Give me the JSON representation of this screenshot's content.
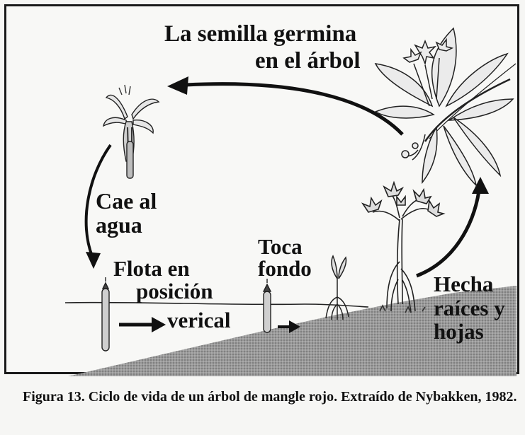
{
  "figure": {
    "title_line1": "La semilla germina",
    "title_line2": "en el árbol",
    "stage_fall_line1": "Cae al",
    "stage_fall_line2": "agua",
    "stage_float_line1": "Flota en",
    "stage_float_line2": "posición",
    "stage_float_line3": "verical",
    "stage_touch_line1": "Toca",
    "stage_touch_line2": "fondo",
    "stage_roots_line1": "Hecha",
    "stage_roots_line2": "raíces y",
    "stage_roots_line3": "hojas"
  },
  "caption": "Figura 13. Ciclo de vida de un árbol de mangle rojo. Extraído de Nybakken, 1982."
}
